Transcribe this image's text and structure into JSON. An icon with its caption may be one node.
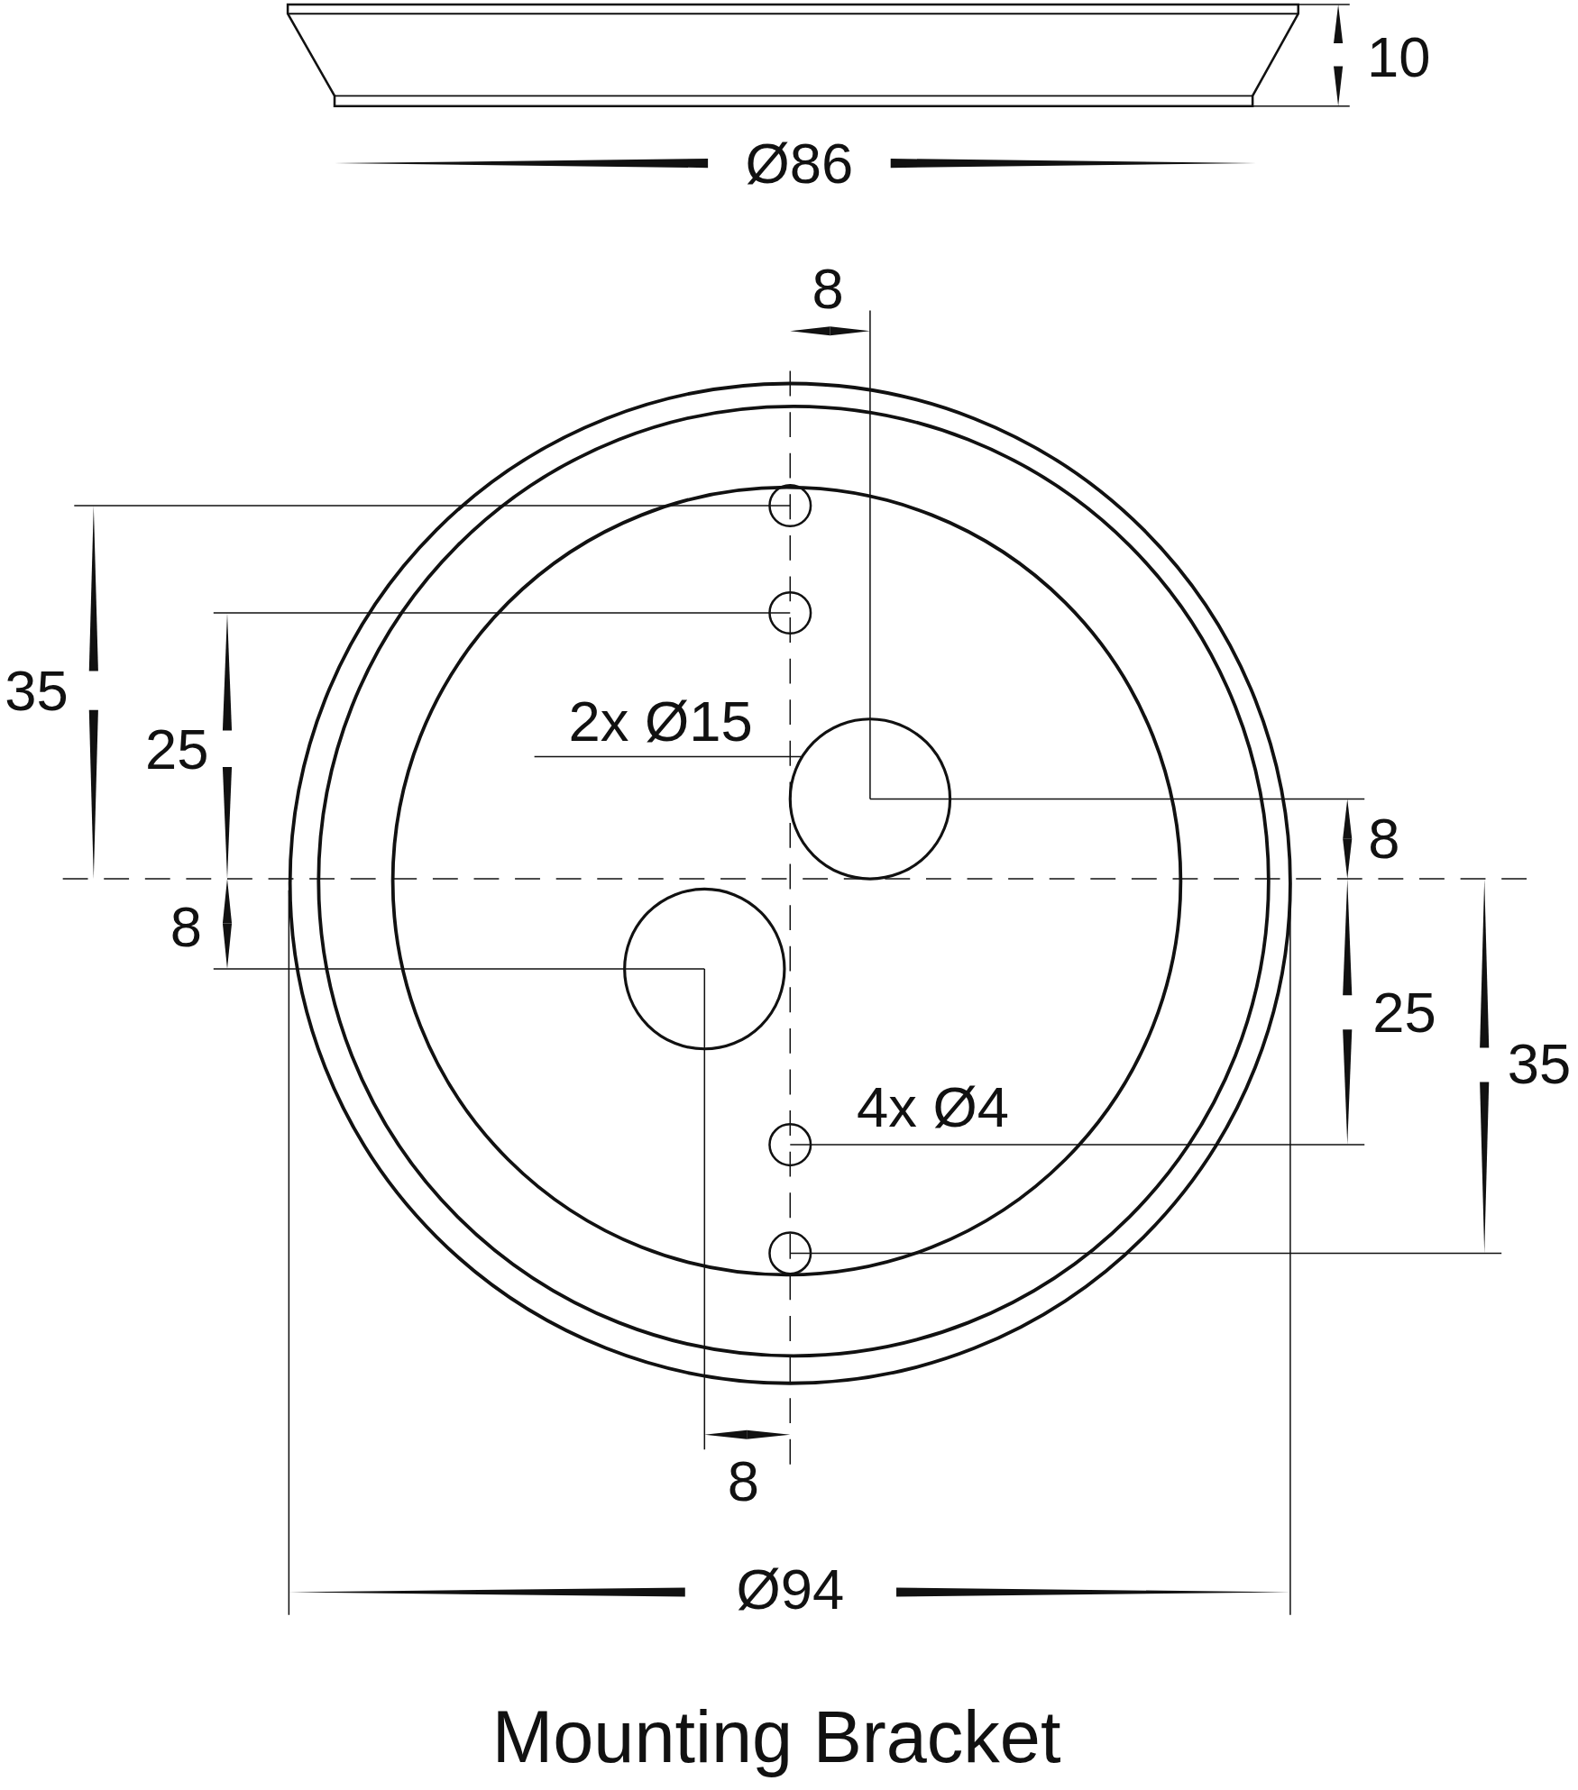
{
  "diagram": {
    "caption": "Mounting Bracket",
    "nodes": [
      {
        "text": [
          "2x Ø15"
        ]
      },
      {
        "text": [],
        "shape": "circle"
      }
    ],
    "edges": [
      {
        "from": 0,
        "to": 1,
        "arrow": "none"
      }
    ],
    "labels": [
      "10",
      "Ø86",
      "8",
      "35",
      "25",
      "8",
      "8",
      "25",
      "4x Ø4",
      "35",
      "8",
      "Ø94"
    ]
  }
}
